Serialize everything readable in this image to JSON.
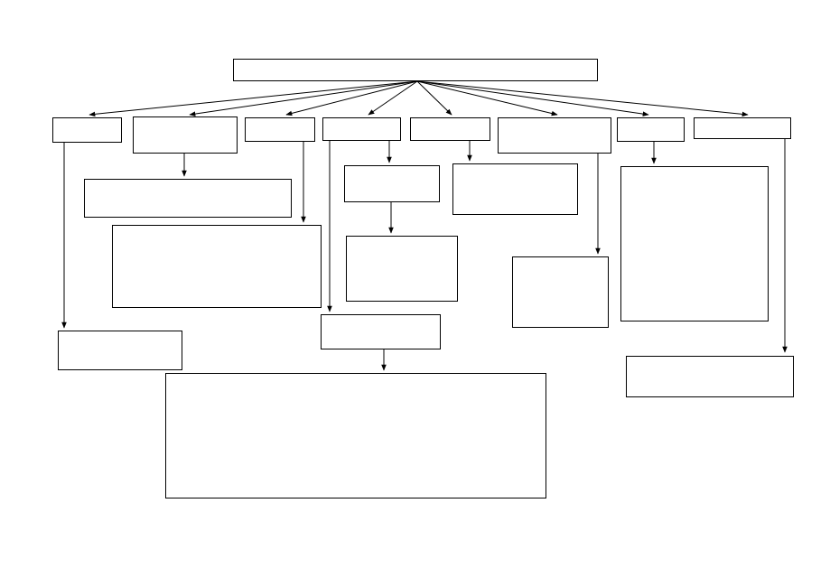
{
  "diagram": {
    "title": "",
    "colors": {
      "stroke": "#000000",
      "fill": "#ffffff",
      "background": "#ffffff"
    },
    "nodes": [
      {
        "id": "root",
        "label": ""
      },
      {
        "id": "c1",
        "label": ""
      },
      {
        "id": "c2",
        "label": ""
      },
      {
        "id": "c3",
        "label": ""
      },
      {
        "id": "c4",
        "label": ""
      },
      {
        "id": "c5",
        "label": ""
      },
      {
        "id": "c6",
        "label": ""
      },
      {
        "id": "c7",
        "label": ""
      },
      {
        "id": "c8",
        "label": ""
      },
      {
        "id": "c2a",
        "label": ""
      },
      {
        "id": "c3a",
        "label": ""
      },
      {
        "id": "c4a",
        "label": ""
      },
      {
        "id": "c4b",
        "label": ""
      },
      {
        "id": "c5a",
        "label": ""
      },
      {
        "id": "c6a",
        "label": ""
      },
      {
        "id": "c7a",
        "label": ""
      },
      {
        "id": "c1a",
        "label": ""
      },
      {
        "id": "c4c",
        "label": ""
      },
      {
        "id": "c4d",
        "label": ""
      },
      {
        "id": "c8a",
        "label": ""
      }
    ],
    "edges": [
      {
        "from": "root",
        "to": "c1"
      },
      {
        "from": "root",
        "to": "c2"
      },
      {
        "from": "root",
        "to": "c3"
      },
      {
        "from": "root",
        "to": "c4"
      },
      {
        "from": "root",
        "to": "c5"
      },
      {
        "from": "root",
        "to": "c6"
      },
      {
        "from": "root",
        "to": "c7"
      },
      {
        "from": "root",
        "to": "c8"
      },
      {
        "from": "c2",
        "to": "c2a"
      },
      {
        "from": "c3",
        "to": "c3a"
      },
      {
        "from": "c4",
        "to": "c4a"
      },
      {
        "from": "c4a",
        "to": "c4b"
      },
      {
        "from": "c5",
        "to": "c5a"
      },
      {
        "from": "c6",
        "to": "c6a"
      },
      {
        "from": "c7",
        "to": "c7a"
      },
      {
        "from": "c1",
        "to": "c1a"
      },
      {
        "from": "c4",
        "to": "c4c"
      },
      {
        "from": "c4c",
        "to": "c4d"
      },
      {
        "from": "c8",
        "to": "c8a"
      }
    ]
  }
}
